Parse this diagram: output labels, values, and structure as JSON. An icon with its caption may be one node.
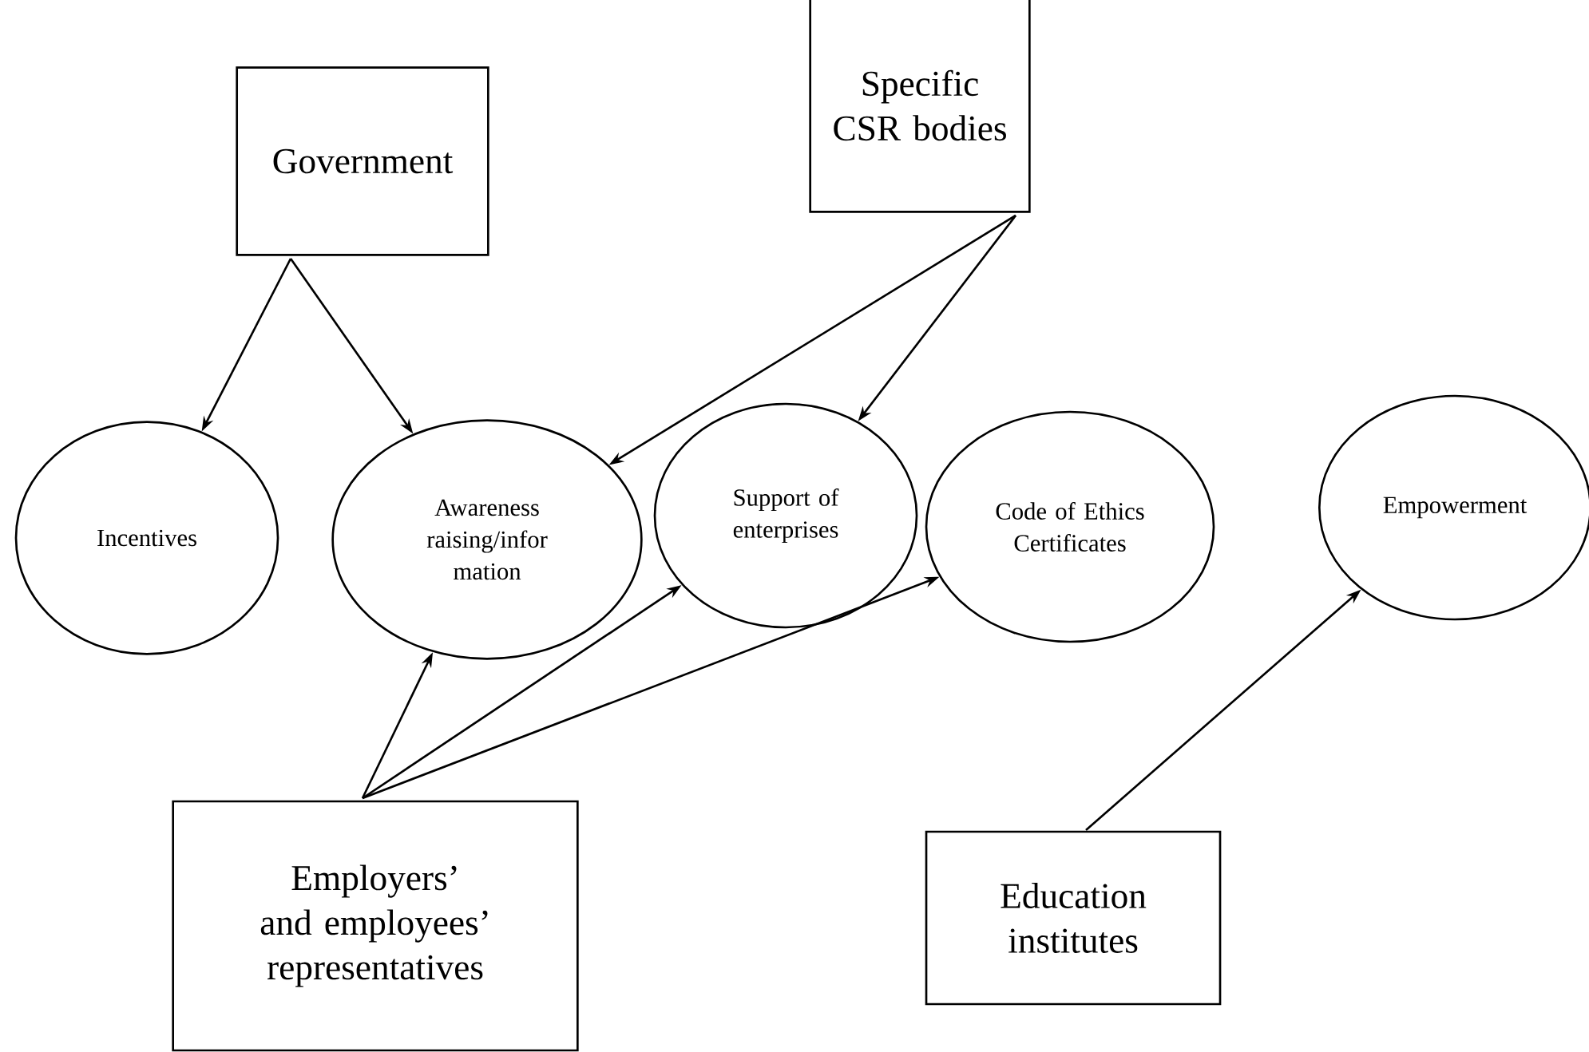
{
  "diagram": {
    "nodes": [
      {
        "text": [
          "Government"
        ]
      },
      {
        "text": [
          "Specific CSR bodies"
        ]
      },
      {
        "text": [
          "Incentives"
        ]
      },
      {
        "text": [
          "Awareness raising/infor mation"
        ]
      },
      {
        "text": [
          "Support of enterprises"
        ]
      },
      {
        "text": [
          "Code of Ethics Certificates"
        ]
      },
      {
        "text": [
          "Empowerment"
        ]
      },
      {
        "text": [
          "Employers’ and employees’ representatives"
        ]
      },
      {
        "text": [
          "Education institutes"
        ]
      }
    ],
    "edges": [
      {
        "from": 0,
        "to": 2,
        "arrow": "to"
      },
      {
        "from": 0,
        "to": 3,
        "arrow": "to"
      },
      {
        "from": 1,
        "to": 3,
        "arrow": "to"
      },
      {
        "from": 1,
        "to": 4,
        "arrow": "to"
      },
      {
        "from": 7,
        "to": 3,
        "arrow": "to"
      },
      {
        "from": 7,
        "to": 4,
        "arrow": "to"
      },
      {
        "from": 7,
        "to": 5,
        "arrow": "to"
      },
      {
        "from": 8,
        "to": 6,
        "arrow": "to"
      }
    ]
  }
}
